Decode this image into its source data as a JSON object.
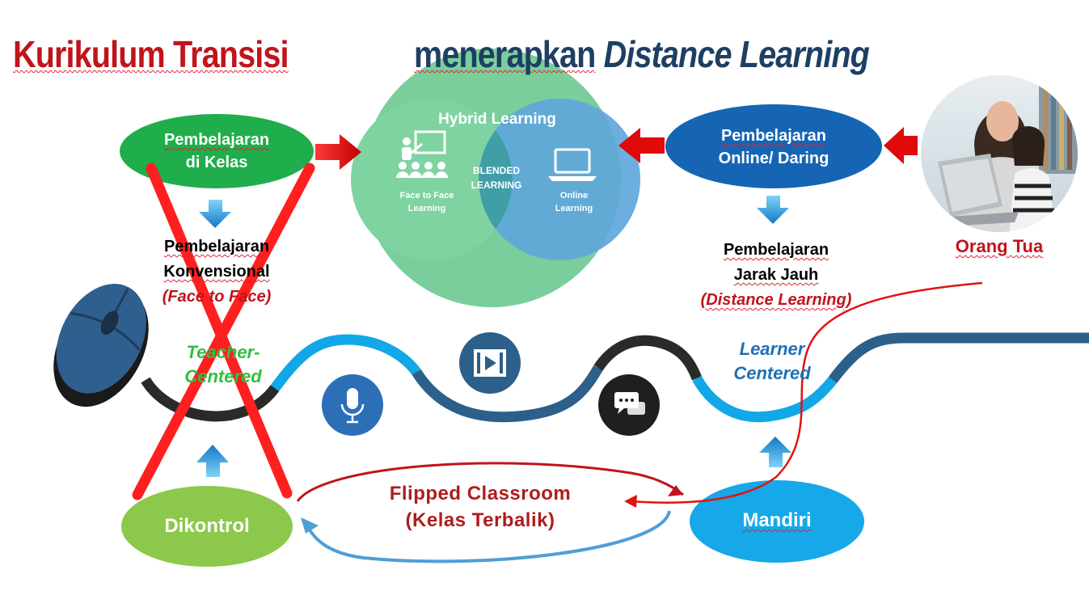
{
  "header": {
    "title_left": "Kurikulum Transisi",
    "title_right_plain": "menerapkan",
    "title_right_italic": "Distance Learning"
  },
  "nodes": {
    "kelas_line1": "Pembelajaran",
    "kelas_line2": "di Kelas",
    "konv_line1": "Pembelajaran",
    "konv_line2": "Konvensional",
    "konv_line3": "(Face to Face)",
    "online_line1": "Pembelajaran",
    "online_line2": "Online/ Daring",
    "jarak_line1": "Pembelajaran",
    "jarak_line2": "Jarak Jauh",
    "jarak_line3": "(Distance Learning)",
    "orang_tua": "Orang Tua",
    "dikontrol": "Dikontrol",
    "mandiri": "Mandiri"
  },
  "venn": {
    "title": "Hybrid  Learning",
    "left_line1": "Face to Face",
    "left_line2": "Learning",
    "middle_line1": "BLENDED",
    "middle_line2": "LEARNING",
    "right_line1": "Online",
    "right_line2": "Learning"
  },
  "path": {
    "teacher_line1": "Teacher-",
    "teacher_line2": "Centered",
    "learner_line1": "Learner",
    "learner_line2": "Centered"
  },
  "flipped": {
    "line1": "Flipped Classroom",
    "line2": "(Kelas  Terbalik)"
  },
  "icons": [
    "computer-mouse-icon",
    "microphone-icon",
    "video-icon",
    "chat-icon",
    "teacher-class-icon",
    "laptop-icon"
  ],
  "colors": {
    "title_red": "#c0141b",
    "title_blue": "#1d3f63",
    "green": "#1fae4b",
    "lime": "#8cc84b",
    "navy": "#1565b4",
    "sky": "#16a8e8",
    "cross_red": "#ff1f1f"
  }
}
